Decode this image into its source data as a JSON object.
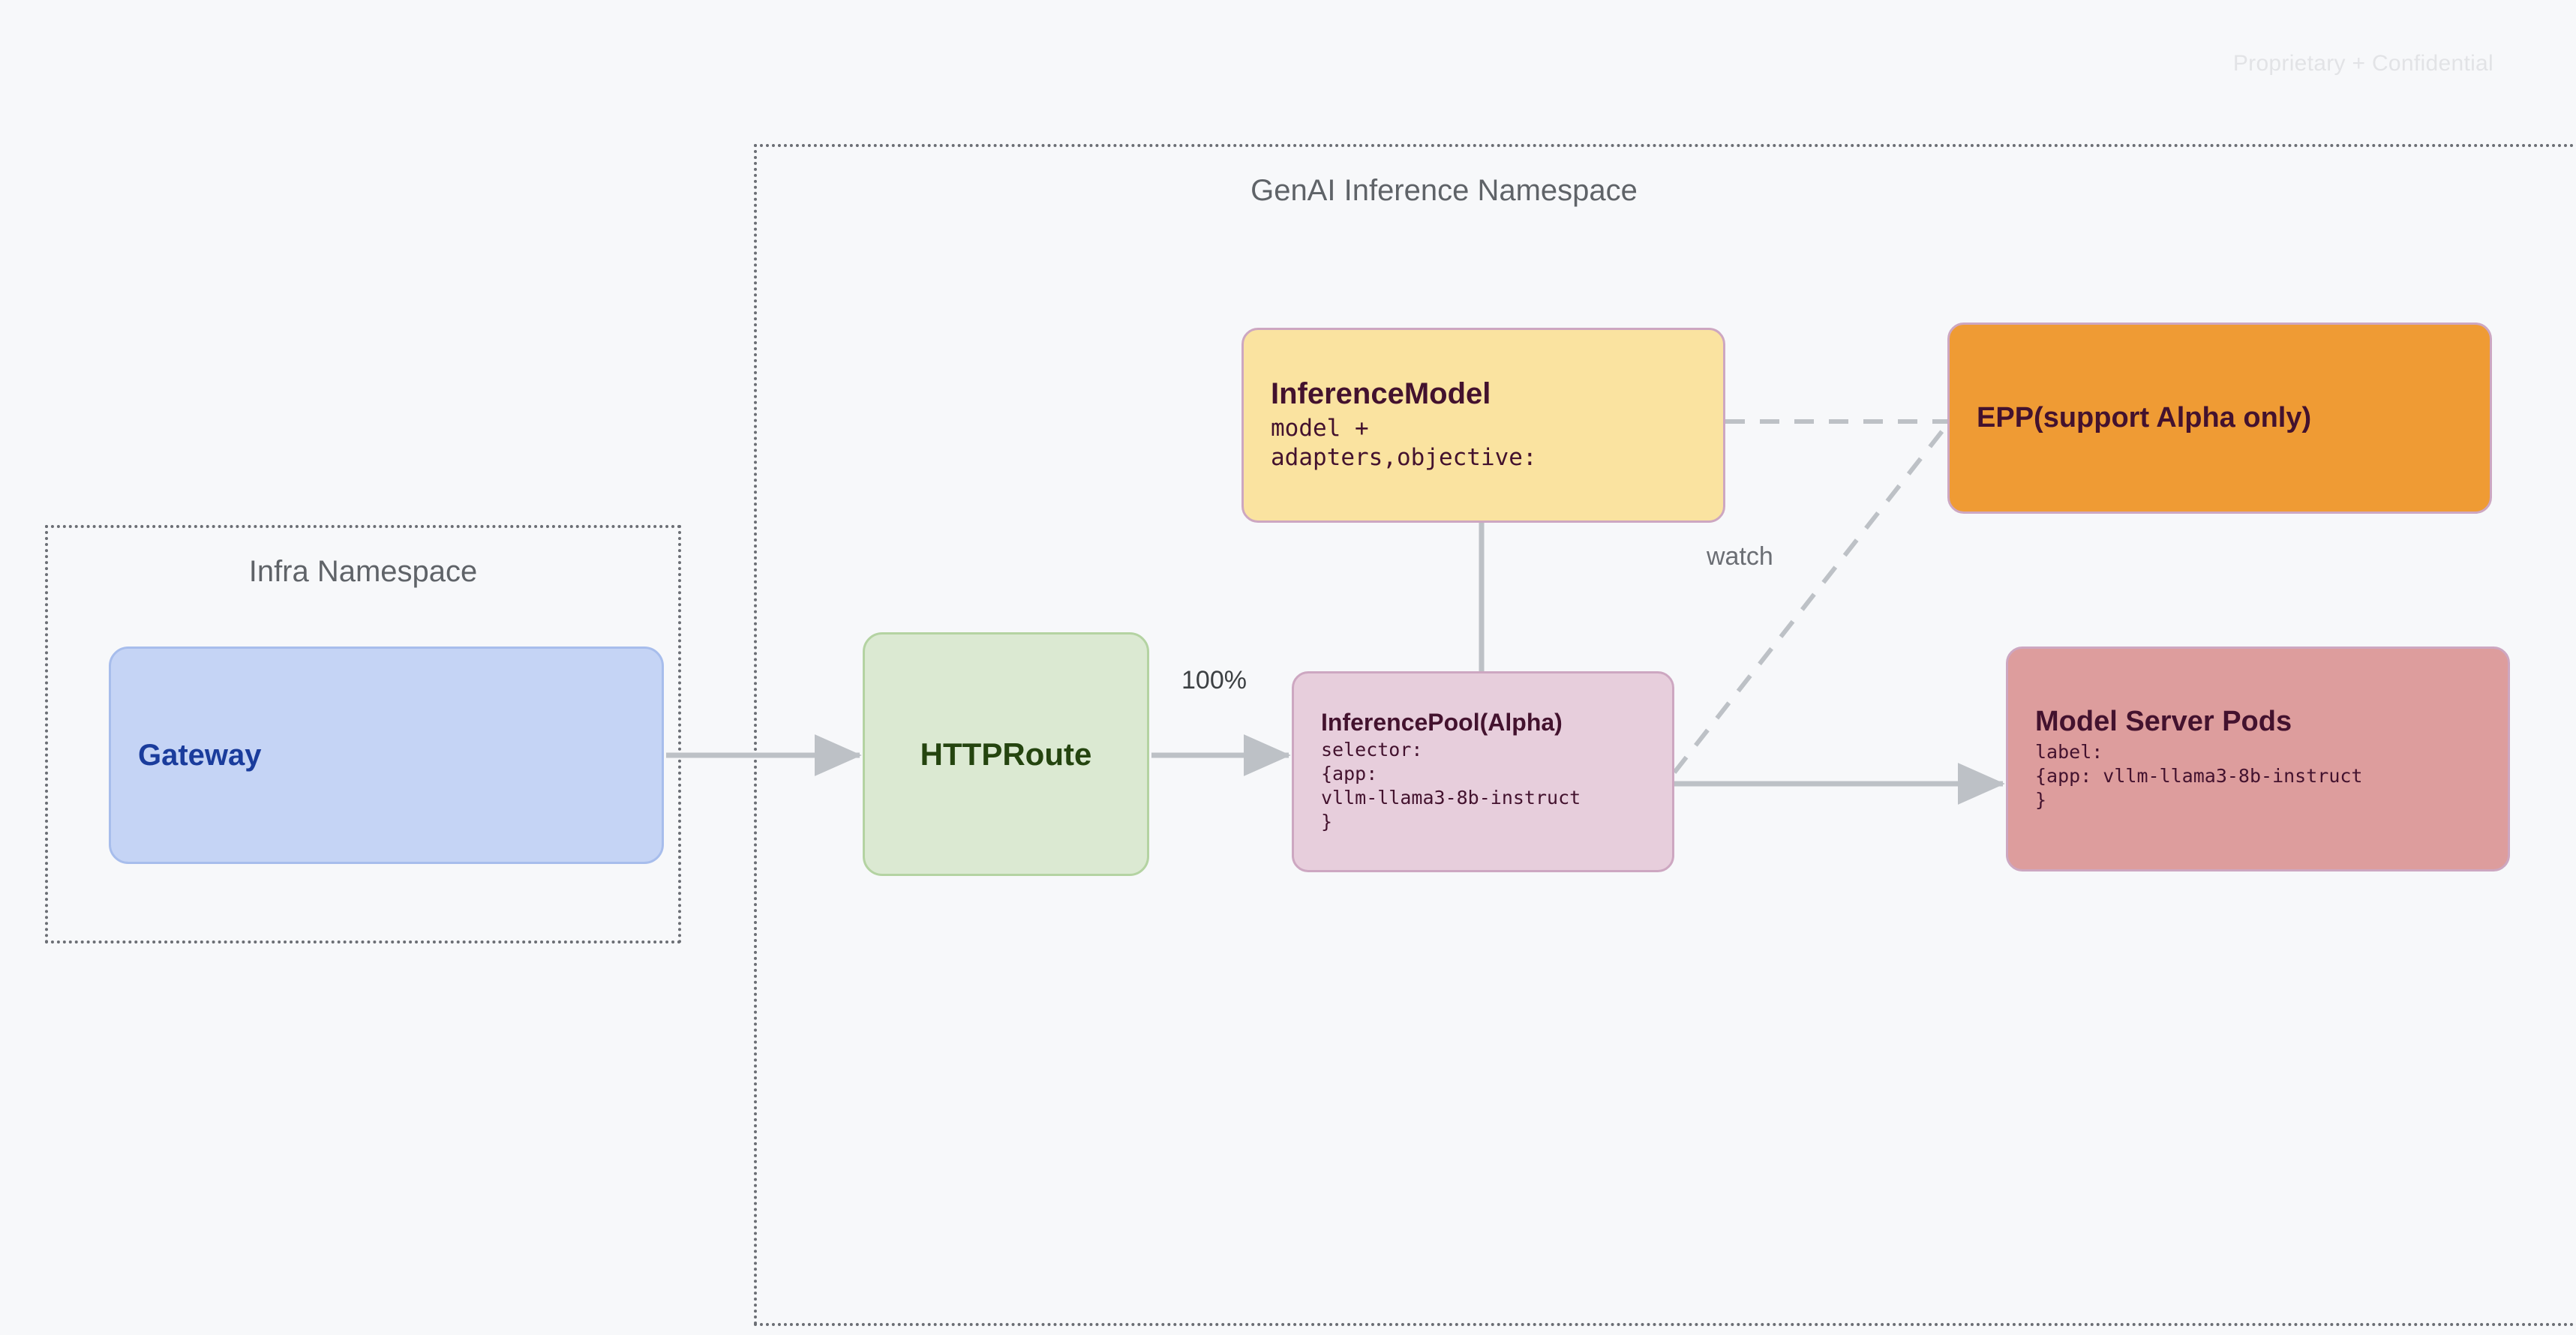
{
  "watermark": "Proprietary + Confidential",
  "namespaces": [
    {
      "id": "infra",
      "title": "Infra Namespace"
    },
    {
      "id": "genai",
      "title": "GenAI Inference Namespace"
    }
  ],
  "nodes": {
    "gateway": {
      "title": "Gateway"
    },
    "httproute": {
      "title": "HTTPRoute"
    },
    "inferencemodel": {
      "title": "InferenceModel",
      "sub": "model +\nadapters,objective:"
    },
    "inferencepool": {
      "title": "InferencePool(Alpha)",
      "sub": "selector:\n{app:\nvllm-llama3-8b-instruct\n}"
    },
    "epp": {
      "title": "EPP(support Alpha only)"
    },
    "modelserverpods": {
      "title": "Model Server Pods",
      "sub": "label:\n{app: vllm-llama3-8b-instruct\n}"
    }
  },
  "edges": {
    "gateway_to_httproute": {
      "label": ""
    },
    "httproute_to_inferencepool": {
      "label": "100%"
    },
    "inferencemodel_to_inferencepool": {
      "label": ""
    },
    "inferencemodel_to_epp": {
      "label": ""
    },
    "inferencepool_to_epp": {
      "label": "watch"
    },
    "inferencepool_to_pods": {
      "label": ""
    }
  },
  "colors": {
    "background": "#f7f8fa",
    "gateway_fill": "#c5d4f5",
    "gateway_text": "#1a3c9c",
    "httproute_fill": "#dbe9d2",
    "httproute_text": "#24440f",
    "inferencemodel_fill": "#fae3a0",
    "inferencepool_fill": "#e7cedc",
    "epp_fill": "#ef9b34",
    "pods_fill": "#dd9d9d",
    "node_border": "#cda7c1",
    "dark_text": "#43122e",
    "connector": "#bdc1c6",
    "namespace_border": "#6b6e74",
    "namespace_title": "#5f6368"
  }
}
